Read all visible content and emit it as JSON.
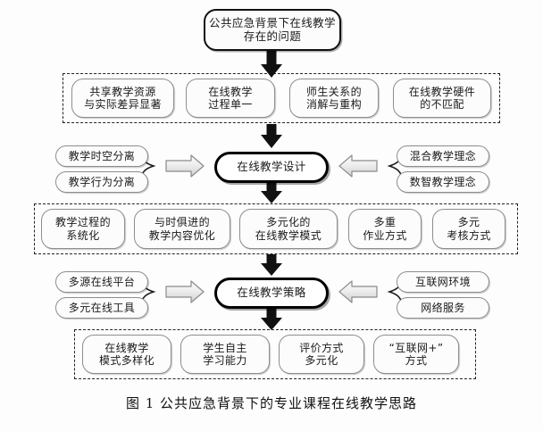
{
  "figure": {
    "caption": "图 1   公共应急背景下的专业课程在线教学思路",
    "background_color": "#fdfdfd",
    "core_border_color": "#000000",
    "leaf_border_color": "#8d8d8d",
    "dashed_border_color": "#222222",
    "block_arrow_fill": "#e8e8e8",
    "block_arrow_stroke": "#8a8a8a"
  },
  "top_node": {
    "label": "公共应急背景下在线教学\n存在的问题"
  },
  "group_problems": {
    "items": [
      {
        "label": "共享教学资源\n与实际差异显著"
      },
      {
        "label": "在线教学\n过程单一"
      },
      {
        "label": "师生关系的\n消解与重构"
      },
      {
        "label": "在线教学硬件\n的不匹配"
      }
    ]
  },
  "row_design": {
    "core": {
      "label": "在线教学设计"
    },
    "left_inputs": [
      {
        "label": "教学时空分离"
      },
      {
        "label": "教学行为分离"
      }
    ],
    "right_inputs": [
      {
        "label": "混合教学理念"
      },
      {
        "label": "数智教学理念"
      }
    ]
  },
  "group_design_outputs": {
    "items": [
      {
        "label": "教学过程的\n系统化"
      },
      {
        "label": "与时俱进的\n教学内容优化"
      },
      {
        "label": "多元化的\n在线教学模式"
      },
      {
        "label": "多重\n作业方式"
      },
      {
        "label": "多元\n考核方式"
      }
    ]
  },
  "row_strategy": {
    "core": {
      "label": "在线教学策略"
    },
    "left_inputs": [
      {
        "label": "多源在线平台"
      },
      {
        "label": "多元在线工具"
      }
    ],
    "right_inputs": [
      {
        "label": "互联网环境"
      },
      {
        "label": "网络服务"
      }
    ]
  },
  "group_strategy_outputs": {
    "items": [
      {
        "label": "在线教学\n模式多样化"
      },
      {
        "label": "学生自主\n学习能力"
      },
      {
        "label": "评价方式\n多元化"
      },
      {
        "label": "“互联网+”\n方式"
      }
    ]
  }
}
